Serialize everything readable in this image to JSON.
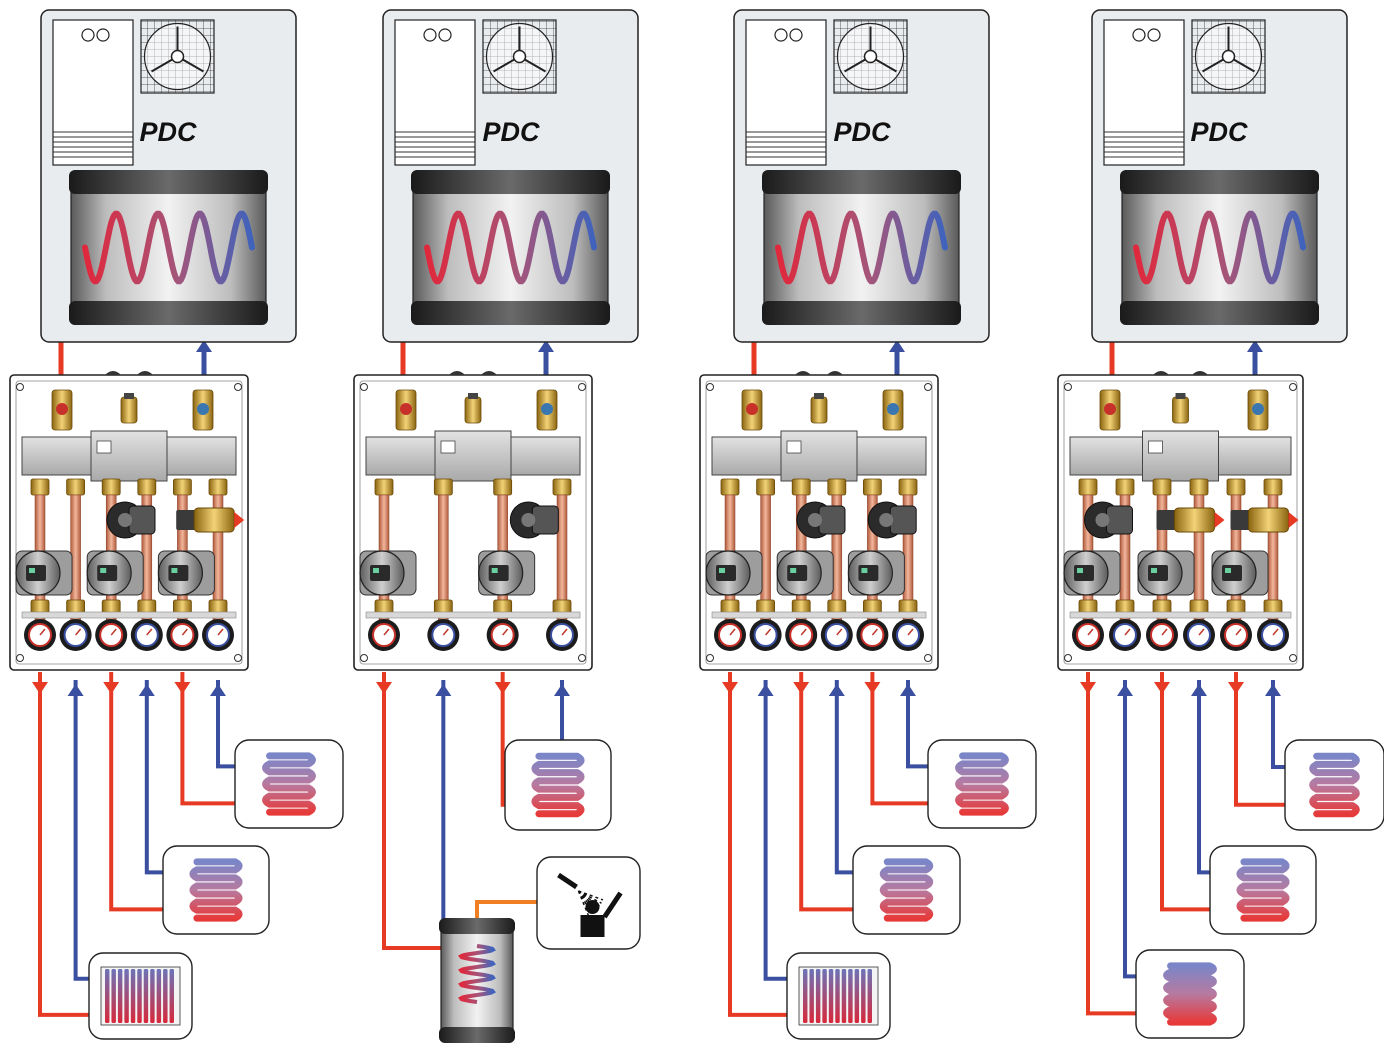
{
  "colors": {
    "supply": "#e63a25",
    "return": "#3a4fa0",
    "dhw": "#f07f24",
    "unit_fill": "#e9ecef",
    "unit_stroke": "#222222"
  },
  "systems": [
    {
      "id": "system-1",
      "heat_pump_label": "PDC",
      "circuits": [
        {
          "pump": "circulator",
          "valve": "none",
          "load": "radiator"
        },
        {
          "pump": "circulator",
          "valve": "mixing-pump",
          "load": "floor-heating"
        },
        {
          "pump": "circulator",
          "valve": "mixing-valve",
          "load": "floor-heating"
        }
      ]
    },
    {
      "id": "system-2",
      "heat_pump_label": "PDC",
      "circuits": [
        {
          "pump": "circulator",
          "valve": "none",
          "load": "dhw-tank"
        },
        {
          "pump": "circulator",
          "valve": "mixing-pump",
          "load": "floor-heating"
        }
      ],
      "dhw_icon": "shower-icon"
    },
    {
      "id": "system-3",
      "heat_pump_label": "PDC",
      "circuits": [
        {
          "pump": "circulator",
          "valve": "none",
          "load": "radiator"
        },
        {
          "pump": "circulator",
          "valve": "mixing-pump",
          "load": "floor-heating"
        },
        {
          "pump": "circulator",
          "valve": "mixing-pump",
          "load": "floor-heating"
        }
      ]
    },
    {
      "id": "system-4",
      "heat_pump_label": "PDC",
      "circuits": [
        {
          "pump": "circulator",
          "valve": "mixing-pump",
          "load": "floor-heating"
        },
        {
          "pump": "circulator",
          "valve": "mixing-valve",
          "load": "floor-heating"
        },
        {
          "pump": "circulator",
          "valve": "mixing-valve",
          "load": "floor-heating"
        }
      ]
    }
  ]
}
